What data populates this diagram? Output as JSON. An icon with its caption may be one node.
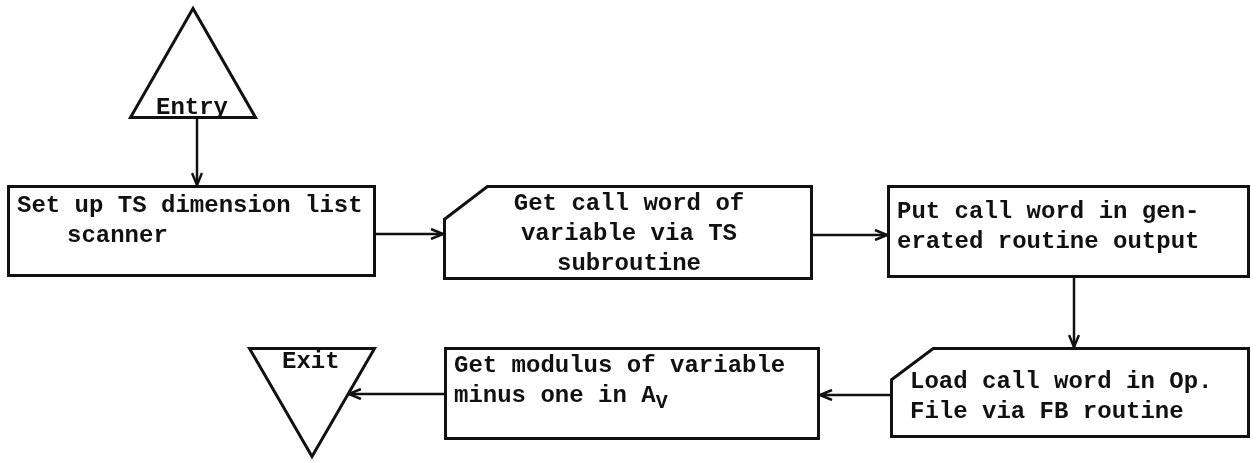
{
  "diagram": {
    "nodes": [
      {
        "text": [
          "Entry"
        ]
      },
      {
        "text": [
          "Set up TS dimension list scanner"
        ]
      },
      {
        "text": [
          "Get call word of variable via TS subroutine"
        ]
      },
      {
        "text": [
          "Put call word in gen- erated routine output"
        ]
      },
      {
        "text": [
          "Load call word in Op. File via FB routine"
        ]
      },
      {
        "text": [
          "Get modulus of variable minus one in A$_{V}$"
        ]
      },
      {
        "text": [
          "Exit"
        ]
      }
    ],
    "edges": [
      {
        "from": 0,
        "to": 1,
        "arrow": "to"
      },
      {
        "from": 1,
        "to": 2,
        "arrow": "to"
      },
      {
        "from": 2,
        "to": 3,
        "arrow": "to"
      },
      {
        "from": 3,
        "to": 4,
        "arrow": "to"
      },
      {
        "from": 4,
        "to": 5,
        "arrow": "to"
      },
      {
        "from": 5,
        "to": 6,
        "arrow": "to"
      }
    ]
  }
}
